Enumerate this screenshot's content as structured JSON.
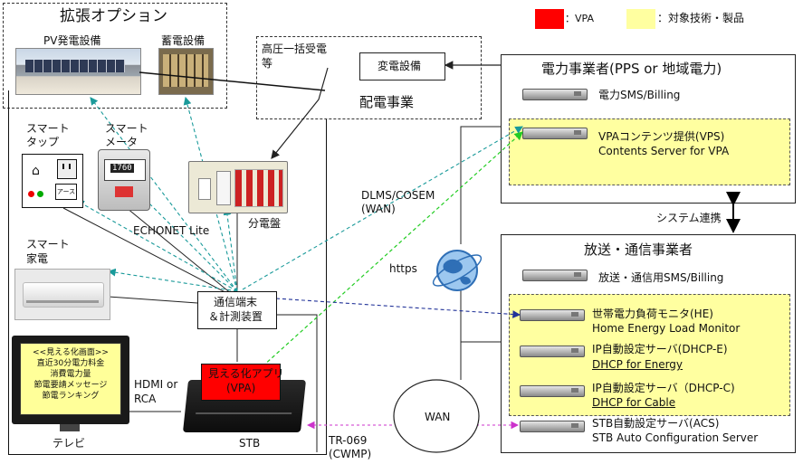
{
  "legend": {
    "vpa_label": "：VPA",
    "target_label": "：対象技術・製品",
    "vpa_color": "#ff0000",
    "target_color": "#ffffa0"
  },
  "expansion": {
    "title": "拡張オプション",
    "pv_label": "PV発電設備",
    "battery_label": "蓄電設備"
  },
  "substation": {
    "bulk_label_1": "高圧一括受電",
    "bulk_label_2": "等",
    "equipment_label": "変電設備",
    "business_label": "配電事業"
  },
  "power_company": {
    "title": "電力事業者(PPS or 地域電力)",
    "sms_label": "電力SMS/Billing",
    "vps_label_1": "VPAコンテンツ提供(VPS)",
    "vps_label_2": "Contents Server for VPA"
  },
  "system_link_label": "システム連携",
  "broadcast": {
    "title": "放送・通信事業者",
    "sms_label": "放送・通信用SMS/Billing",
    "he_label_1": "世帯電力負荷モニタ(HE)",
    "he_label_2": "Home Energy Load Monitor",
    "dhcpe_label_1": "IP自動設定サーバ(DHCP-E)",
    "dhcpe_label_2": "DHCP for Energy",
    "dhcpc_label_1": "IP自動設定サーバ（DHCP-C)",
    "dhcpc_label_2": "DHCP for Cable",
    "acs_label_1": "STB自動設定サーバ(ACS)",
    "acs_label_2": "STB Auto Configuration Server"
  },
  "home": {
    "smart_tap_1": "スマート",
    "smart_tap_2": "タップ",
    "smart_meter_1": "スマート",
    "smart_meter_2": "メータ",
    "outlet_text": "アース",
    "meter_text": "1760",
    "echonet": "ECHONET Lite",
    "panel_label": "分電盤",
    "appliance_1": "スマート",
    "appliance_2": "家電",
    "comm_1": "通信端末",
    "comm_2": "＆計測装置",
    "tv_screen": [
      "<<見える化画面>>",
      "直近30分電力料金",
      "消費電力量",
      "節電要請メッセージ",
      "節電ランキング"
    ],
    "tv_label": "テレビ",
    "hdmi_1": "HDMI or",
    "hdmi_2": "RCA",
    "app_1": "見える化アプリ",
    "app_2": "(VPA)",
    "stb_label": "STB"
  },
  "network": {
    "dlms_1": "DLMS/COSEM",
    "dlms_2": "(WAN)",
    "https": "https",
    "wan": "WAN",
    "tr069_1": "TR-069",
    "tr069_2": "(CWMP)"
  }
}
